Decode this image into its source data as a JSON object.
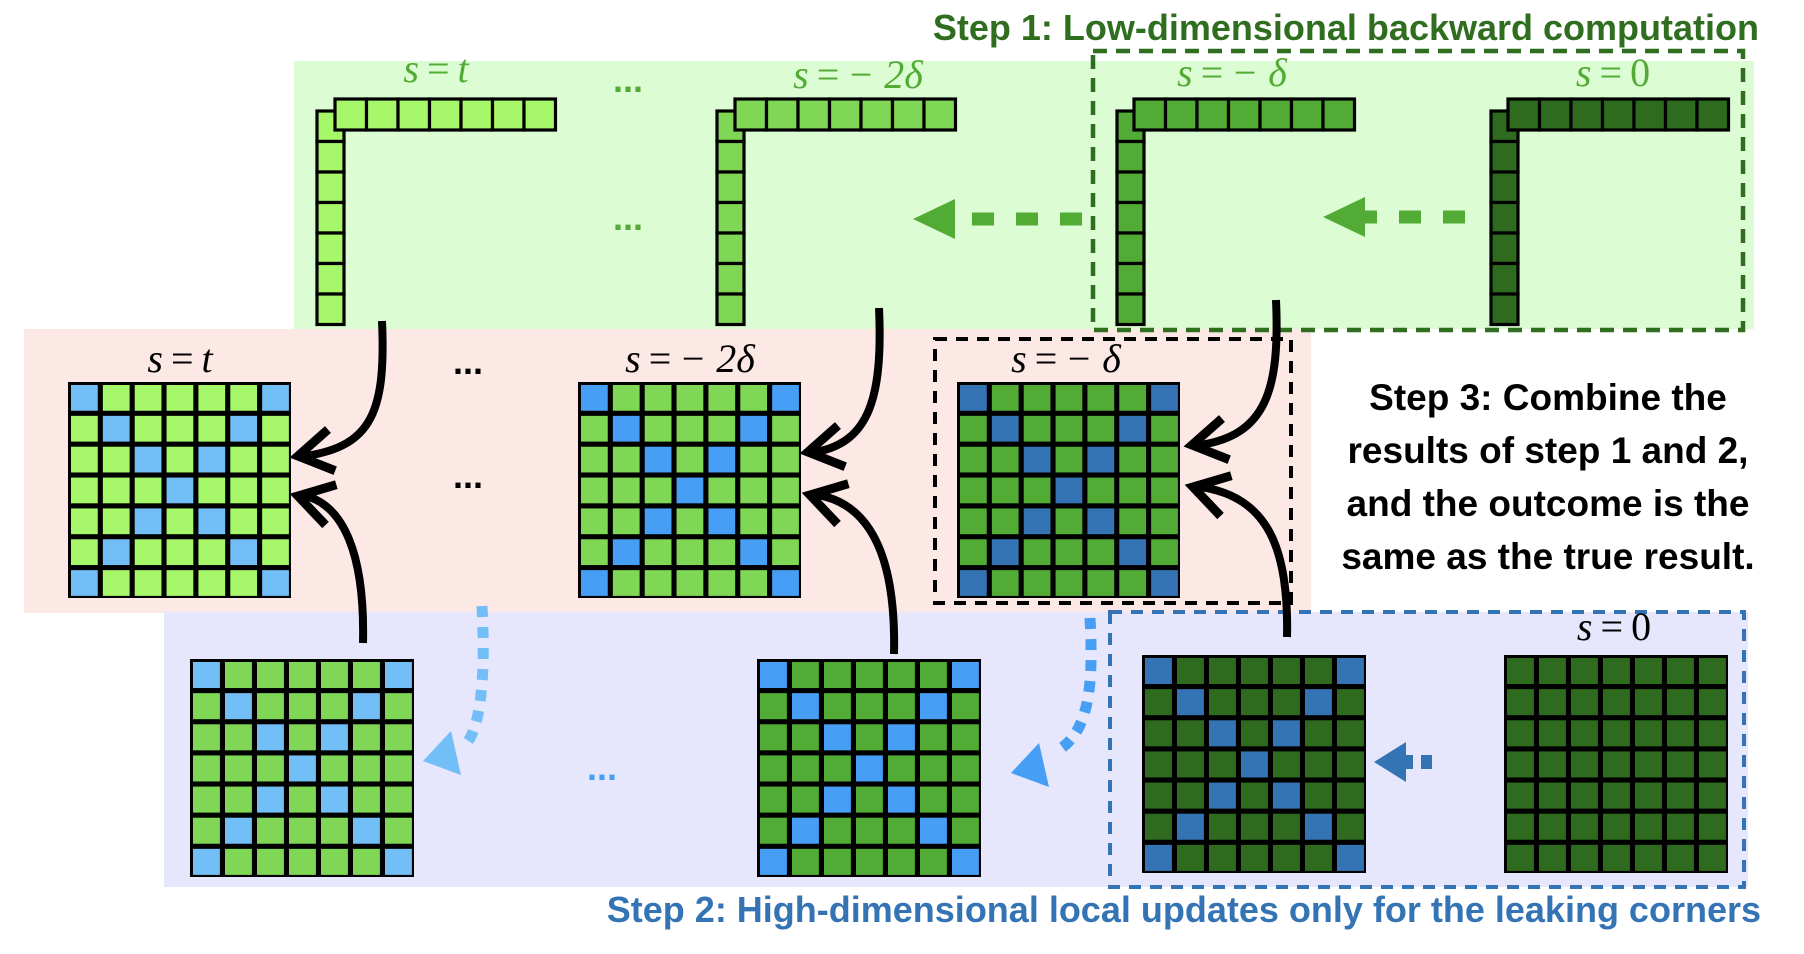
{
  "figure": {
    "step1": {
      "title": "Step 1: Low-dimensional backward computation",
      "color": "#2f6e1f",
      "region_color": "#dcfcd3",
      "vectors": [
        {
          "label_s": "s",
          "label_eq": "=",
          "label_rhs": "t",
          "fill": "#a6f76a"
        },
        {
          "label_s": "s",
          "label_eq": "=",
          "label_rhs": "− 2δ",
          "fill": "#80d655"
        },
        {
          "label_s": "s",
          "label_eq": "=",
          "label_rhs": "− δ",
          "fill": "#52ab34"
        },
        {
          "label_s": "s",
          "label_eq": "=",
          "label_rhs": "0",
          "fill": "#2e6b1f"
        }
      ],
      "ellipsis": "...",
      "arrow_color": "#52ab34",
      "label_color": "#52ab34"
    },
    "step2": {
      "title": "Step 2: High-dimensional local updates only for the leaking corners",
      "color": "#3474b5",
      "region_color": "#e6e6fc",
      "grids": [
        {
          "fill": "#80d655",
          "highlight": "#72bef7"
        },
        {
          "fill": "#52ab34",
          "highlight": "#479ff5"
        },
        {
          "fill": "#2e6b1f",
          "highlight": "#3474b5"
        },
        {
          "fill": "#2e6b1f",
          "highlight": null,
          "label_s": "s",
          "label_eq": "=",
          "label_rhs": "0"
        }
      ],
      "ellipsis": "...",
      "arrow_colors": [
        "#72bef7",
        "#479ff5",
        "#3474b5"
      ]
    },
    "step3": {
      "lines": [
        "Step 3: Combine the",
        "results of step 1 and 2,",
        "and the outcome is the",
        "same as the true result."
      ],
      "color": "#000000",
      "region_color": "#fce9e6",
      "grids": [
        {
          "label_s": "s",
          "label_eq": "=",
          "label_rhs": "t",
          "fill": "#a6f76a",
          "highlight": "#72bef7"
        },
        {
          "label_s": "s",
          "label_eq": "=",
          "label_rhs": "− 2δ",
          "fill": "#80d655",
          "highlight": "#479ff5"
        },
        {
          "label_s": "s",
          "label_eq": "=",
          "label_rhs": "− δ",
          "fill": "#52ab34",
          "highlight": "#3474b5"
        }
      ],
      "ellipsis": "..."
    },
    "grid_size": 7,
    "vector_length": 7,
    "leaking_pattern": "X-shaped diagonals (both main diagonals of the 7×7 grid)"
  }
}
